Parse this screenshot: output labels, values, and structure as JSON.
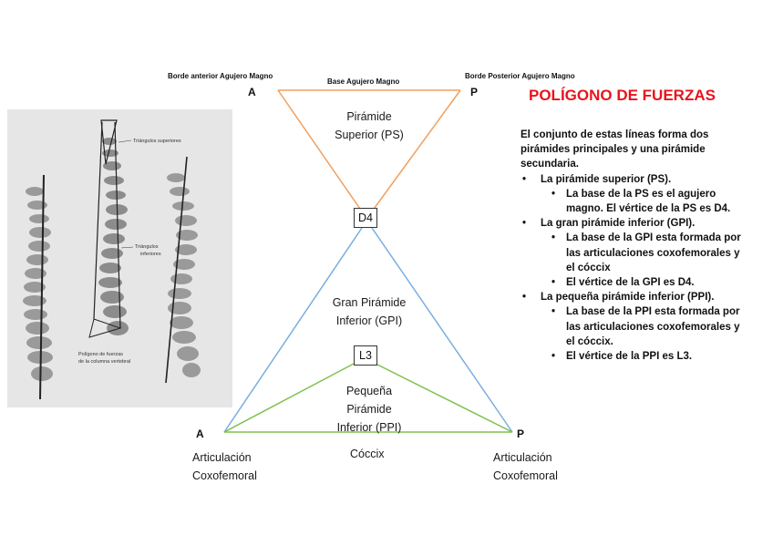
{
  "labels": {
    "top_left": "Borde anterior Agujero Magno",
    "top_center": "Base Agujero Magno",
    "top_right": "Borde Posterior Agujero Magno",
    "point_a": "A",
    "point_p": "P",
    "upper_pyramid": "Pirámide Superior (PS)",
    "great_pyramid": "Gran Pirámide Inferior (GPI)",
    "small_pyramid": "Pequeña Pirámide Inferior (PPI)",
    "d4": "D4",
    "l3": "L3",
    "bottom_left": "Articulación Coxofemoral",
    "bottom_center": "Cóccix",
    "bottom_right": "Articulación Coxofemoral"
  },
  "photo": {
    "label_upper": "Triángulos superiores",
    "label_lower_1": "Triángulos",
    "label_lower_2": "inferiores",
    "caption_1": "Polígono de fuerzas",
    "caption_2": "de la columna vertebral"
  },
  "side": {
    "title": "POLÍGONO DE FUERZAS",
    "intro": "El conjunto de estas líneas forma dos pirámides principales y una pirámide secundaria.",
    "items": [
      "La pirámide superior (PS).",
      "La base de la PS es el agujero magno. El vértice de la PS es D4.",
      "La gran pirámide inferior (GPI).",
      "La base de la GPI esta formada por las articulaciones coxofemorales y el cóccix",
      "El vértice de la GPI es D4.",
      "La pequeña pirámide inferior (PPI).",
      "La base de la PPI esta formada por las articulaciones coxofemorales y el cóccix.",
      "El vértice de la PPI es L3."
    ]
  },
  "colors": {
    "upper_lines": "#f0a060",
    "great_lines": "#7aaee0",
    "small_lines": "#80c050",
    "title": "#e8141c"
  }
}
